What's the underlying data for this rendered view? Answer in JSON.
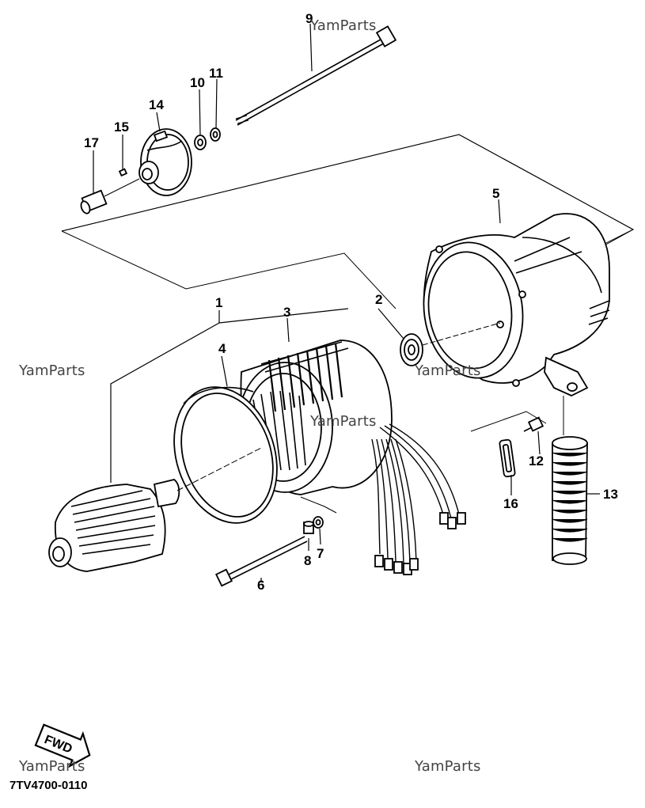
{
  "diagram": {
    "callouts": [
      "1",
      "2",
      "3",
      "4",
      "5",
      "6",
      "7",
      "8",
      "9",
      "10",
      "11",
      "12",
      "13",
      "14",
      "15",
      "16",
      "17"
    ],
    "fwd_label": "FWD",
    "diagram_code": "7TV4700-0110"
  },
  "watermarks": [
    "YamParts",
    "YamParts",
    "YamParts",
    "YamParts",
    "YamParts",
    "YamParts"
  ],
  "colors": {
    "ink": "#000000",
    "paper": "#ffffff",
    "watermark": "#444444"
  }
}
